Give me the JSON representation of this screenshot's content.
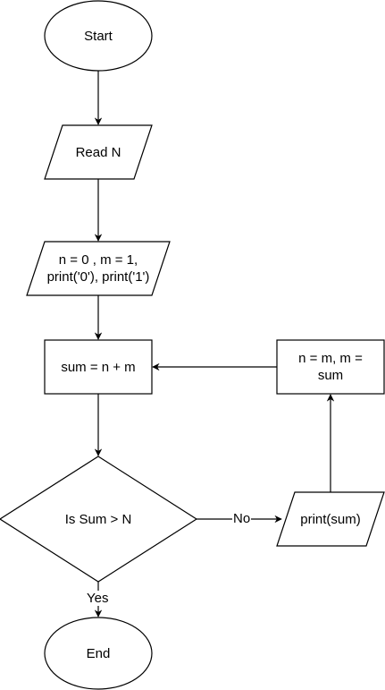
{
  "diagram": {
    "type": "flowchart",
    "nodes": {
      "start": "Start",
      "read_n": "Read N",
      "init": "n = 0 , m = 1,\nprint('0'), print('1')",
      "sum": "sum = n + m",
      "decision": "Is Sum > N",
      "print_sum": "print(sum)",
      "update": "n = m, m =\nsum",
      "end": "End"
    },
    "edges": {
      "no_label": "No",
      "yes_label": "Yes"
    },
    "colors": {
      "stroke": "#000000",
      "fill": "#ffffff",
      "text": "#000000"
    }
  }
}
